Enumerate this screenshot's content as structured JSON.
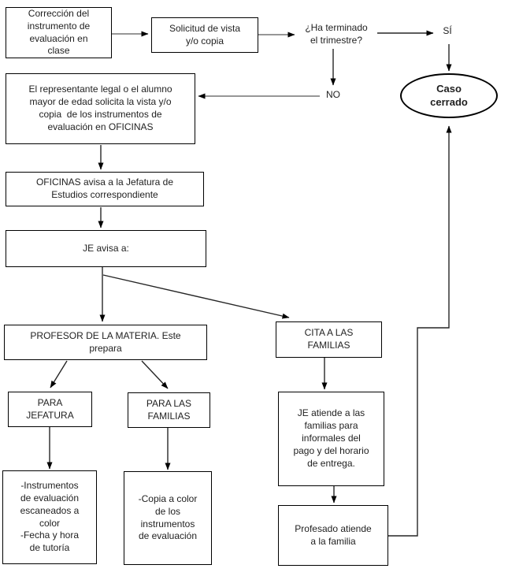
{
  "diagram": {
    "background": "#ffffff",
    "colors": {
      "box_border": "#000000",
      "text": "#1f1f1f",
      "connector_dark": "#262626",
      "connector_gray": "#757575",
      "arrowhead": "#000000"
    },
    "nodes": {
      "correccion": {
        "label": "Corrección del\ninstrumento de\nevaluación en\nclase"
      },
      "solicitud": {
        "label": "Solicitud de vista\ny/o copia"
      },
      "pregunta": {
        "label": "¿Ha terminado\nel trimestre?"
      },
      "si": {
        "label": "SÍ"
      },
      "no": {
        "label": "NO"
      },
      "caso_cerrado": {
        "label": "Caso\ncerrado"
      },
      "representante": {
        "label": "El representante legal o el alumno\nmayor de edad solicita la vista y/o\ncopia  de los instrumentos de\nevaluación en OFICINAS"
      },
      "oficinas": {
        "label": "OFICINAS avisa a la Jefatura de\nEstudios correspondiente"
      },
      "je_avisa": {
        "label": "JE avisa a:"
      },
      "profesor": {
        "label": "PROFESOR DE LA MATERIA. Este\nprepara"
      },
      "cita": {
        "label": "CITA A LAS\nFAMILIAS"
      },
      "para_jefatura": {
        "label": "PARA\nJEFATURA"
      },
      "para_familias": {
        "label": "PARA LAS\nFAMILIAS"
      },
      "instrumentos": {
        "label": "-Instrumentos\nde evaluación\nescaneados a\ncolor\n-Fecha y hora\nde tutoría"
      },
      "copia_color": {
        "label": "-Copia a color\nde los\ninstrumentos\nde evaluación"
      },
      "je_atiende": {
        "label": "JE atiende a las\nfamilias para\ninformales del\npago y del horario\nde entrega."
      },
      "profesado": {
        "label": "Profesado atiende\na la familia"
      }
    },
    "edges": [
      {
        "from": "correccion",
        "to": "solicitud"
      },
      {
        "from": "solicitud",
        "to": "pregunta"
      },
      {
        "from": "pregunta",
        "to": "caso_cerrado",
        "label": "SÍ"
      },
      {
        "from": "pregunta",
        "to": "representante",
        "label": "NO"
      },
      {
        "from": "representante",
        "to": "oficinas"
      },
      {
        "from": "oficinas",
        "to": "je_avisa"
      },
      {
        "from": "je_avisa",
        "to": "profesor"
      },
      {
        "from": "je_avisa",
        "to": "cita"
      },
      {
        "from": "profesor",
        "to": "para_jefatura"
      },
      {
        "from": "profesor",
        "to": "para_familias"
      },
      {
        "from": "para_jefatura",
        "to": "instrumentos"
      },
      {
        "from": "para_familias",
        "to": "copia_color"
      },
      {
        "from": "cita",
        "to": "je_atiende"
      },
      {
        "from": "je_atiende",
        "to": "profesado"
      },
      {
        "from": "profesado",
        "to": "caso_cerrado"
      }
    ]
  }
}
